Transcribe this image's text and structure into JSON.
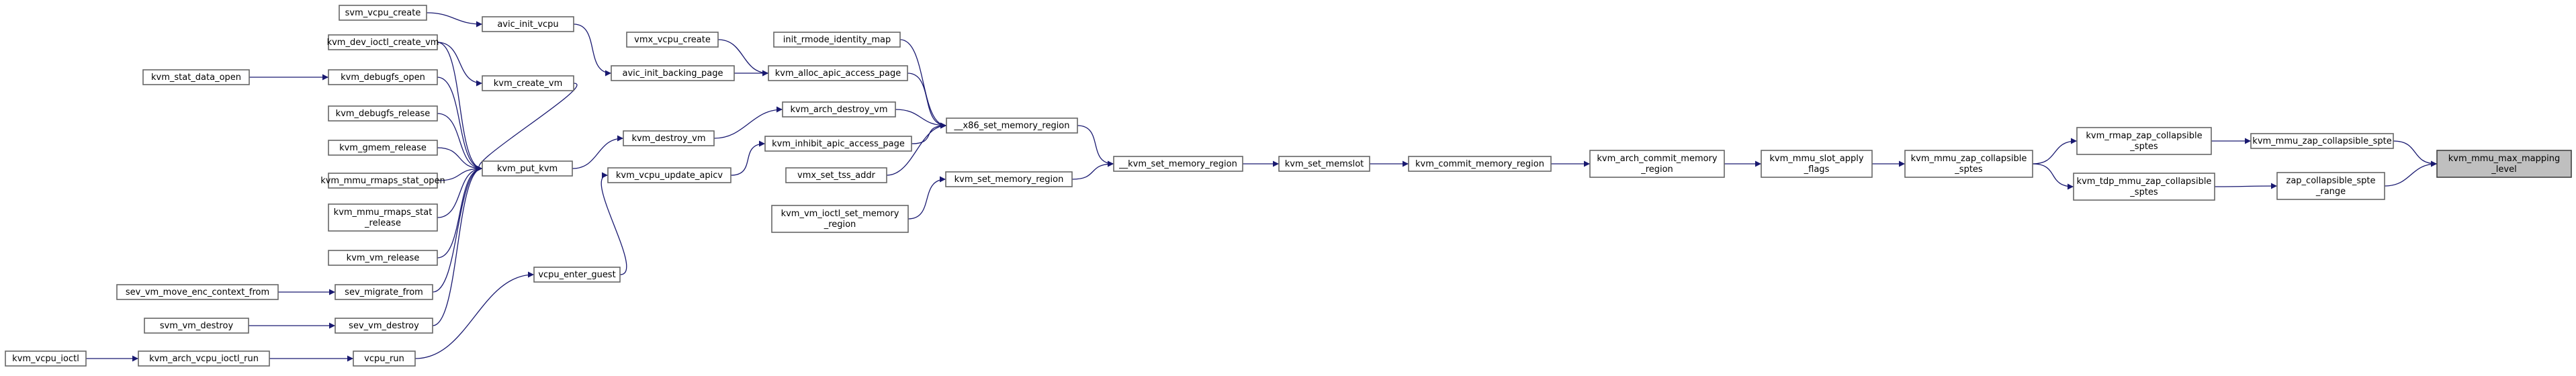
{
  "diagram": {
    "title": "",
    "edge_color": "#191970",
    "focus_fill": "#bfbfbf",
    "nodes": [
      {
        "id": "svm_vcpu_create",
        "lines": [
          "svm_vcpu_create"
        ]
      },
      {
        "id": "kvm_dev_ioctl_create_vm",
        "lines": [
          "kvm_dev_ioctl_create_vm"
        ]
      },
      {
        "id": "kvm_stat_data_open",
        "lines": [
          "kvm_stat_data_open"
        ]
      },
      {
        "id": "kvm_debugfs_open",
        "lines": [
          "kvm_debugfs_open"
        ]
      },
      {
        "id": "kvm_debugfs_release",
        "lines": [
          "kvm_debugfs_release"
        ]
      },
      {
        "id": "kvm_gmem_release",
        "lines": [
          "kvm_gmem_release"
        ]
      },
      {
        "id": "kvm_mmu_rmaps_stat_open",
        "lines": [
          "kvm_mmu_rmaps_stat_open"
        ]
      },
      {
        "id": "kvm_mmu_rmaps_stat_release",
        "lines": [
          "kvm_mmu_rmaps_stat",
          "_release"
        ]
      },
      {
        "id": "kvm_vm_release",
        "lines": [
          "kvm_vm_release"
        ]
      },
      {
        "id": "sev_vm_move_enc_context_from",
        "lines": [
          "sev_vm_move_enc_context_from"
        ]
      },
      {
        "id": "sev_migrate_from",
        "lines": [
          "sev_migrate_from"
        ]
      },
      {
        "id": "svm_vm_destroy",
        "lines": [
          "svm_vm_destroy"
        ]
      },
      {
        "id": "sev_vm_destroy",
        "lines": [
          "sev_vm_destroy"
        ]
      },
      {
        "id": "kvm_vcpu_ioctl",
        "lines": [
          "kvm_vcpu_ioctl"
        ]
      },
      {
        "id": "kvm_arch_vcpu_ioctl_run",
        "lines": [
          "kvm_arch_vcpu_ioctl_run"
        ]
      },
      {
        "id": "vcpu_run",
        "lines": [
          "vcpu_run"
        ]
      },
      {
        "id": "avic_init_vcpu",
        "lines": [
          "avic_init_vcpu"
        ]
      },
      {
        "id": "kvm_create_vm",
        "lines": [
          "kvm_create_vm"
        ]
      },
      {
        "id": "kvm_put_kvm",
        "lines": [
          "kvm_put_kvm"
        ]
      },
      {
        "id": "vmx_vcpu_create",
        "lines": [
          "vmx_vcpu_create"
        ]
      },
      {
        "id": "avic_init_backing_page",
        "lines": [
          "avic_init_backing_page"
        ]
      },
      {
        "id": "kvm_destroy_vm",
        "lines": [
          "kvm_destroy_vm"
        ]
      },
      {
        "id": "kvm_vcpu_update_apicv",
        "lines": [
          "kvm_vcpu_update_apicv"
        ]
      },
      {
        "id": "vcpu_enter_guest",
        "lines": [
          "vcpu_enter_guest"
        ]
      },
      {
        "id": "init_rmode_identity_map",
        "lines": [
          "init_rmode_identity_map"
        ]
      },
      {
        "id": "kvm_alloc_apic_access_page",
        "lines": [
          "kvm_alloc_apic_access_page"
        ]
      },
      {
        "id": "kvm_arch_destroy_vm",
        "lines": [
          "kvm_arch_destroy_vm"
        ]
      },
      {
        "id": "kvm_inhibit_apic_access_page",
        "lines": [
          "kvm_inhibit_apic_access_page"
        ]
      },
      {
        "id": "vmx_set_tss_addr",
        "lines": [
          "vmx_set_tss_addr"
        ]
      },
      {
        "id": "kvm_set_memory_region",
        "lines": [
          "kvm_set_memory_region"
        ]
      },
      {
        "id": "kvm_vm_ioctl_set_memory_region",
        "lines": [
          "kvm_vm_ioctl_set_memory",
          "_region"
        ]
      },
      {
        "id": "x86_set_memory_region",
        "lines": [
          "__x86_set_memory_region"
        ]
      },
      {
        "id": "__kvm_set_memory_region",
        "lines": [
          "__kvm_set_memory_region"
        ]
      },
      {
        "id": "kvm_set_memslot",
        "lines": [
          "kvm_set_memslot"
        ]
      },
      {
        "id": "kvm_commit_memory_region",
        "lines": [
          "kvm_commit_memory_region"
        ]
      },
      {
        "id": "kvm_arch_commit_memory_region",
        "lines": [
          "kvm_arch_commit_memory",
          "_region"
        ]
      },
      {
        "id": "kvm_mmu_slot_apply_flags",
        "lines": [
          "kvm_mmu_slot_apply",
          "_flags"
        ]
      },
      {
        "id": "kvm_mmu_zap_collapsible_sptes",
        "lines": [
          "kvm_mmu_zap_collapsible",
          "_sptes"
        ]
      },
      {
        "id": "kvm_rmap_zap_collapsible_sptes",
        "lines": [
          "kvm_rmap_zap_collapsible",
          "_sptes"
        ]
      },
      {
        "id": "kvm_tdp_mmu_zap_collapsible_sptes",
        "lines": [
          "kvm_tdp_mmu_zap_collapsible",
          "_sptes"
        ]
      },
      {
        "id": "kvm_mmu_zap_collapsible_spte",
        "lines": [
          "kvm_mmu_zap_collapsible_spte"
        ]
      },
      {
        "id": "zap_collapsible_spte_range",
        "lines": [
          "zap_collapsible_spte",
          "_range"
        ]
      },
      {
        "id": "kvm_mmu_max_mapping_level",
        "lines": [
          "kvm_mmu_max_mapping",
          "_level"
        ],
        "focus": true
      }
    ],
    "edges": [
      [
        "svm_vcpu_create",
        "avic_init_vcpu"
      ],
      [
        "kvm_dev_ioctl_create_vm",
        "kvm_create_vm"
      ],
      [
        "kvm_dev_ioctl_create_vm",
        "kvm_put_kvm"
      ],
      [
        "kvm_stat_data_open",
        "kvm_debugfs_open"
      ],
      [
        "kvm_debugfs_open",
        "kvm_put_kvm"
      ],
      [
        "kvm_debugfs_release",
        "kvm_put_kvm"
      ],
      [
        "kvm_gmem_release",
        "kvm_put_kvm"
      ],
      [
        "kvm_mmu_rmaps_stat_open",
        "kvm_put_kvm"
      ],
      [
        "kvm_mmu_rmaps_stat_release",
        "kvm_put_kvm"
      ],
      [
        "kvm_vm_release",
        "kvm_put_kvm"
      ],
      [
        "sev_vm_move_enc_context_from",
        "sev_migrate_from"
      ],
      [
        "sev_migrate_from",
        "kvm_put_kvm"
      ],
      [
        "svm_vm_destroy",
        "sev_vm_destroy"
      ],
      [
        "sev_vm_destroy",
        "kvm_put_kvm"
      ],
      [
        "kvm_vcpu_ioctl",
        "kvm_arch_vcpu_ioctl_run"
      ],
      [
        "kvm_arch_vcpu_ioctl_run",
        "vcpu_run"
      ],
      [
        "vcpu_run",
        "vcpu_enter_guest"
      ],
      [
        "avic_init_vcpu",
        "avic_init_backing_page"
      ],
      [
        "kvm_create_vm",
        "kvm_put_kvm"
      ],
      [
        "kvm_put_kvm",
        "kvm_destroy_vm"
      ],
      [
        "vmx_vcpu_create",
        "kvm_alloc_apic_access_page"
      ],
      [
        "avic_init_backing_page",
        "kvm_alloc_apic_access_page"
      ],
      [
        "kvm_destroy_vm",
        "kvm_arch_destroy_vm"
      ],
      [
        "kvm_vcpu_update_apicv",
        "kvm_inhibit_apic_access_page"
      ],
      [
        "vcpu_enter_guest",
        "kvm_vcpu_update_apicv"
      ],
      [
        "init_rmode_identity_map",
        "x86_set_memory_region"
      ],
      [
        "kvm_alloc_apic_access_page",
        "x86_set_memory_region"
      ],
      [
        "kvm_arch_destroy_vm",
        "x86_set_memory_region"
      ],
      [
        "kvm_inhibit_apic_access_page",
        "x86_set_memory_region"
      ],
      [
        "vmx_set_tss_addr",
        "x86_set_memory_region"
      ],
      [
        "kvm_set_memory_region",
        "__kvm_set_memory_region"
      ],
      [
        "kvm_vm_ioctl_set_memory_region",
        "kvm_set_memory_region"
      ],
      [
        "x86_set_memory_region",
        "__kvm_set_memory_region"
      ],
      [
        "__kvm_set_memory_region",
        "kvm_set_memslot"
      ],
      [
        "kvm_set_memslot",
        "kvm_commit_memory_region"
      ],
      [
        "kvm_commit_memory_region",
        "kvm_arch_commit_memory_region"
      ],
      [
        "kvm_arch_commit_memory_region",
        "kvm_mmu_slot_apply_flags"
      ],
      [
        "kvm_mmu_slot_apply_flags",
        "kvm_mmu_zap_collapsible_sptes"
      ],
      [
        "kvm_mmu_zap_collapsible_sptes",
        "kvm_rmap_zap_collapsible_sptes"
      ],
      [
        "kvm_mmu_zap_collapsible_sptes",
        "kvm_tdp_mmu_zap_collapsible_sptes"
      ],
      [
        "kvm_rmap_zap_collapsible_sptes",
        "kvm_mmu_zap_collapsible_spte"
      ],
      [
        "kvm_tdp_mmu_zap_collapsible_sptes",
        "zap_collapsible_spte_range"
      ],
      [
        "kvm_mmu_zap_collapsible_spte",
        "kvm_mmu_max_mapping_level"
      ],
      [
        "zap_collapsible_spte_range",
        "kvm_mmu_max_mapping_level"
      ]
    ]
  }
}
